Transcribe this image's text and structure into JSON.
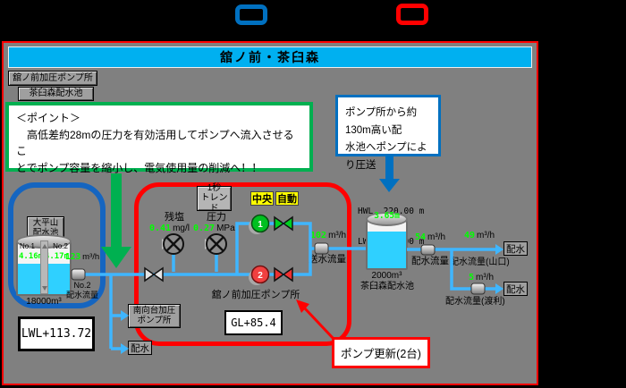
{
  "title": "舘ノ前・茶臼森",
  "nav": {
    "pump_station_button": "舘ノ前加圧ポンプ所",
    "reservoir_button": "茶臼森配水池"
  },
  "note": {
    "line1": "＜ポイント＞",
    "line2": "　高低差約28mの圧力を有効活用してポンプへ流入させるこ",
    "line3": "とでポンプ容量を縮小し、電気使用量の削減へ！！"
  },
  "callout": {
    "line1": "ポンプ所から約130m高い配",
    "line2": "水池へポンプにより圧送"
  },
  "ohirayama": {
    "name_line1": "大平山",
    "name_line2": "配水池",
    "no1_label": "No.1",
    "no2_label": "No.2",
    "no1_level": "4.16m",
    "no2_level": "4.17m",
    "capacity": "18000m³",
    "flow_value": "123",
    "flow_unit": "m³/h",
    "flow_label_line1": "No.2",
    "flow_label_line2": "配水流量"
  },
  "station": {
    "trend_line1": "1秒",
    "trend_line2": "トレンド",
    "mode_central": "中央",
    "mode_auto": "自動",
    "chlorine_label": "残塩",
    "chlorine_value": "0.41",
    "chlorine_unit": "mg/l",
    "pressure_label": "圧力",
    "pressure_value": "0.27",
    "pressure_unit": "MPa",
    "pump1_no": "1",
    "pump2_no": "2",
    "name": "舘ノ前加圧ポンプ所",
    "flow_value": "102",
    "flow_unit": "m³/h",
    "flow_label": "送水流量"
  },
  "chausumori": {
    "hwl": "HWL  220.00 m",
    "lwl": "LWL  216.00 m",
    "level": "3.65m",
    "capacity": "2000m³",
    "name": "茶臼森配水池",
    "flow_value": "54",
    "flow_unit": "m³/h",
    "flow_label": "配水流量",
    "branch1_value": "49",
    "branch1_unit": "m³/h",
    "branch1_label": "配水流量(山口)",
    "branch2_value": "5",
    "branch2_unit": "m³/h",
    "branch2_label": "配水流量(渡利)",
    "outlet1": "配水",
    "outlet2": "配水"
  },
  "south_branch": {
    "button_line1": "南向台加圧",
    "button_line2": "ポンプ所",
    "outlet": "配水"
  },
  "boxes": {
    "lwl": "LWL+113.72",
    "gl": "GL+85.4",
    "pump_update": "ポンプ更新(2台)"
  },
  "colors": {
    "header_cyan": "#00b0f0",
    "pipe_blue": "#3fb6ff",
    "status_green": "#00ff00",
    "alert_red": "#ff0000",
    "note_green": "#00b050",
    "legend_blue": "#0070c0",
    "mode_yellow": "#ffff00"
  }
}
